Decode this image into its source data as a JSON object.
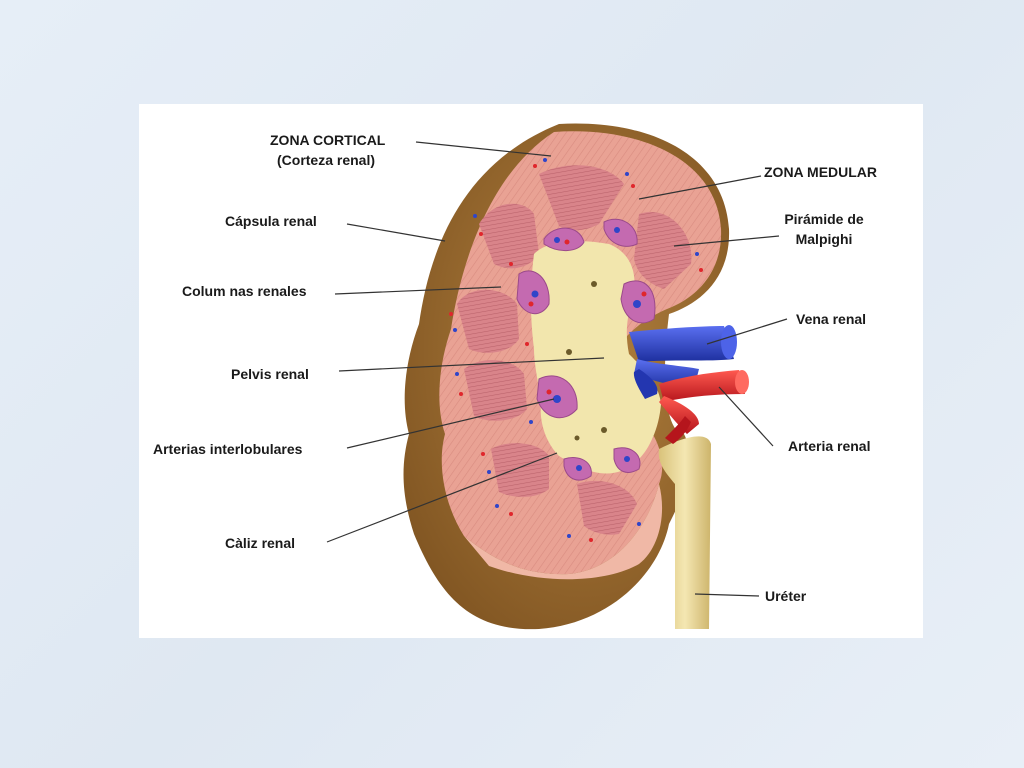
{
  "labels": {
    "zona_cortical": "ZONA CORTICAL",
    "corteza_renal": "(Corteza renal)",
    "capsula_renal": "Cápsula renal",
    "columnas_renales": "Colum nas renales",
    "pelvis_renal": "Pelvis renal",
    "arterias_interlobulares": "Arterias interlobulares",
    "caliz_renal": "Càliz renal",
    "zona_medular": "ZONA MEDULAR",
    "piramide_1": "Pirámide de",
    "piramide_2": "Malpighi",
    "vena_renal": "Vena renal",
    "arteria_renal": "Arteria renal",
    "ureter": "Uréter"
  },
  "colors": {
    "capsule": "#9a6a2e",
    "cortex": "#eaa89a",
    "pyramid": "#d47e84",
    "pelvis": "#f3e8b0",
    "calyx": "#c46ab0",
    "vein": "#2f45c9",
    "artery": "#e0262c",
    "ureter": "#e9d99a"
  }
}
